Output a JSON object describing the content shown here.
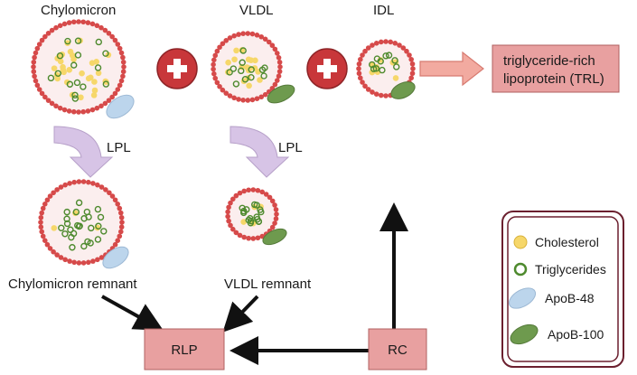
{
  "labels": {
    "chylomicron": "Chylomicron",
    "vldl": "VLDL",
    "idl": "IDL",
    "lpl_left": "LPL",
    "lpl_right": "LPL",
    "chylomicron_remnant": "Chylomicron remnant",
    "vldl_remnant": "VLDL remnant"
  },
  "trl_box": {
    "line1": "triglyceride-rich",
    "line2": "lipoprotein (TRL)"
  },
  "rlp_box": "RLP",
  "rc_box": "RC",
  "legend": {
    "cholesterol": "Cholesterol",
    "triglycerides": "Triglycerides",
    "apob48": "ApoB-48",
    "apob100": "ApoB-100"
  },
  "colors": {
    "membrane": "#d64a4a",
    "core": "#fbeeee",
    "cholesterol": "#f6d76a",
    "triglyceride": "#4e8a2e",
    "apob48": "#bcd5ec",
    "apob100": "#6e9a4e",
    "box_fill": "#e8a0a0",
    "plus": "#c8373a",
    "lpl_arrow": "#d7c4e6",
    "trl_arrow": "#f2aaa0",
    "legend_border": "#6b1f2e"
  }
}
